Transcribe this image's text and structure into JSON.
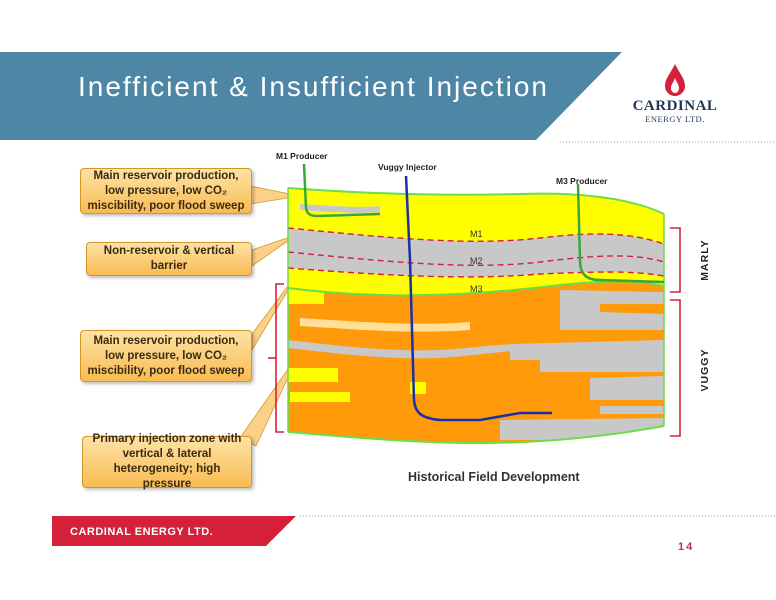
{
  "slide": {
    "title": "Inefficient & Insufficient Injection",
    "page_number": "14",
    "footer_company": "CARDINAL ENERGY LTD."
  },
  "logo": {
    "name": "CARDINAL",
    "subtitle": "ENERGY LTD."
  },
  "callouts": [
    {
      "line1": "Main reservoir production,",
      "line2": "low pressure, low CO₂",
      "line3": "miscibility, poor flood sweep"
    },
    {
      "line1": "Non-reservoir & vertical",
      "line2": "barrier"
    },
    {
      "line1": "Main reservoir production,",
      "line2": "low pressure, low CO₂",
      "line3": "miscibility, poor flood sweep"
    },
    {
      "line1": "Primary injection zone with",
      "line2": "vertical & lateral",
      "line3": "heterogeneity; high pressure"
    }
  ],
  "wells": {
    "m1_producer": "M1 Producer",
    "vuggy_injector": "Vuggy Injector",
    "m3_producer": "M3 Producer"
  },
  "zones": {
    "m1": "M1",
    "m2": "M2",
    "m3": "M3"
  },
  "formations": {
    "marly": "MARLY",
    "vuggy": "VUGGY"
  },
  "diagram_title": "Historical Field Development",
  "colors": {
    "title_bar": "#4e86a6",
    "accent_red": "#d6203a",
    "marly_yellow": "#ffff00",
    "vuggy_orange": "#ff9a0a",
    "barrier_gray": "#c8c8c8",
    "boundary_green": "#6bdc4a",
    "injector_blue": "#1a2fa8",
    "producer_green": "#3aa63a"
  }
}
